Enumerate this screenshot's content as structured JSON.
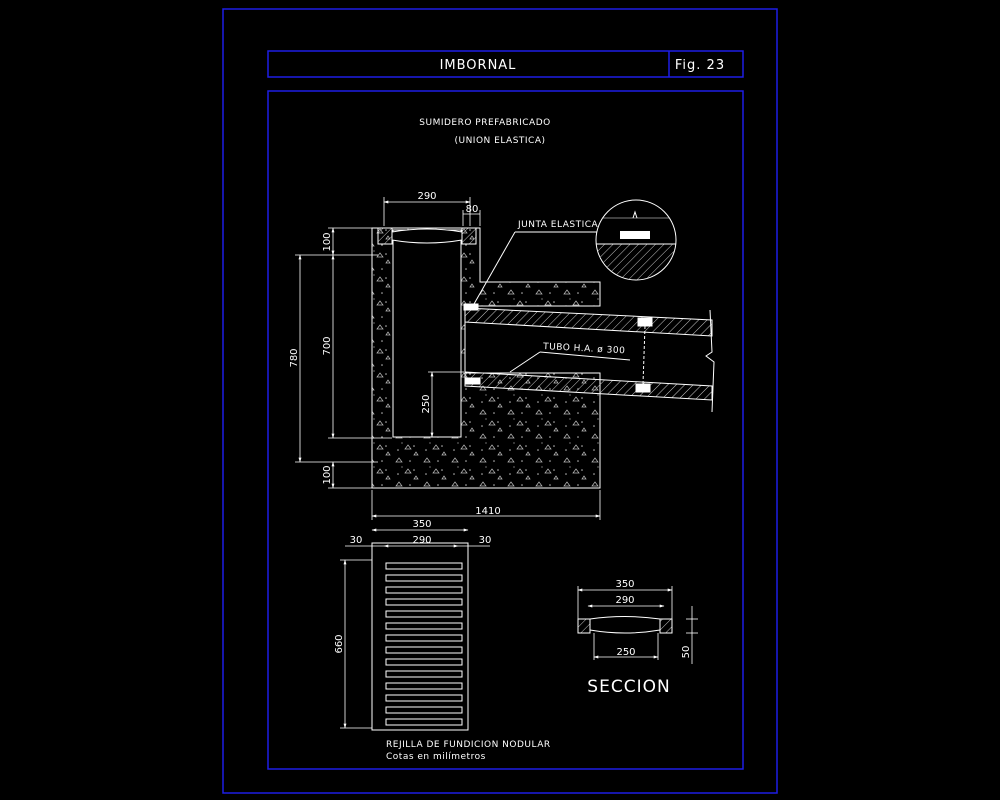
{
  "colors": {
    "background": "#000000",
    "frame": "#1e1ee6",
    "line": "#ffffff",
    "hatch": "#c8c8c8"
  },
  "title_block": {
    "title": "IMBORNAL",
    "figure": "Fig. 23"
  },
  "heading": {
    "line1": "SUMIDERO PREFABRICADO",
    "line2": "(UNION ELASTICA)"
  },
  "labels": {
    "junta": "JUNTA ELASTICA",
    "tubo": "TUBO H.A. ø 300",
    "seccion": "SECCION",
    "note1": "REJILLA DE FUNDICION NODULAR",
    "note2": "Cotas en milímetros"
  },
  "dims": {
    "d290_top": "290",
    "d80": "80",
    "d100_top": "100",
    "d780": "780",
    "d700": "700",
    "d250_inner": "250",
    "d100_bottom": "100",
    "d1410": "1410",
    "g350": "350",
    "g30_left": "30",
    "g290": "290",
    "g30_right": "30",
    "g660": "660",
    "s350": "350",
    "s290": "290",
    "s250": "250",
    "s50": "50"
  },
  "grate_bar_count": 14
}
